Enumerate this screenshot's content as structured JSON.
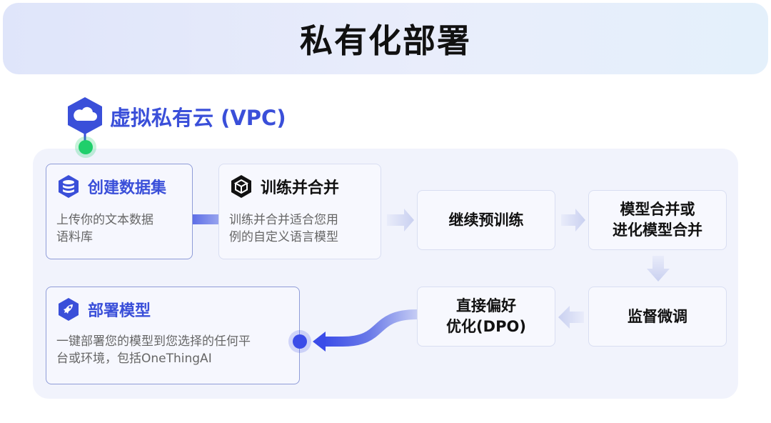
{
  "title": "私有化部署",
  "vpc": {
    "label": "虚拟私有云 (VPC)"
  },
  "cards": {
    "dataset": {
      "title": "创建数据集",
      "desc_line1": "上传你的文本数据",
      "desc_line2": "语料库"
    },
    "train_merge": {
      "title": "训练并合并",
      "desc_line1": "训练并合并适合您用",
      "desc_line2": "例的自定义语言模型"
    },
    "deploy": {
      "title": "部署模型",
      "desc_line1": "一键部署您的模型到您选择的任何平",
      "desc_line2": "台或环境，包括OneThingAI"
    }
  },
  "steps": {
    "pretrain": {
      "line1": "继续预训练"
    },
    "merge": {
      "line1": "模型合并或",
      "line2": "进化模型合并"
    },
    "sft": {
      "line1": "监督微调"
    },
    "dpo": {
      "line1": "直接偏好",
      "line2": "优化(DPO)"
    }
  },
  "colors": {
    "accent": "#3a4fd9",
    "green_node": "#1fcf6b",
    "blue_node": "#3b4ce8"
  }
}
